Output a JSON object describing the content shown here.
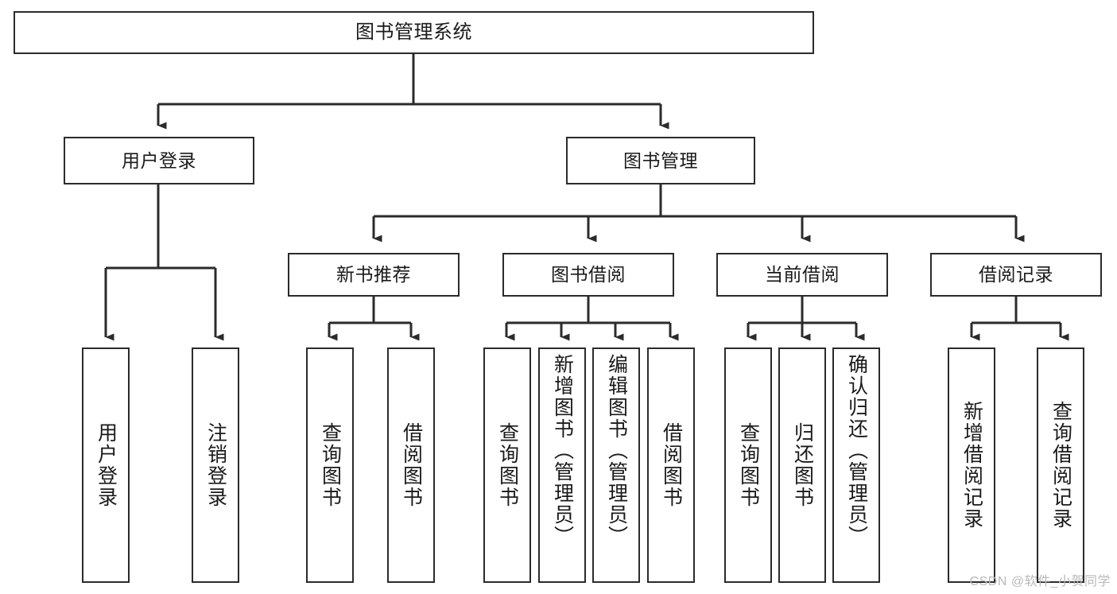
{
  "diagram": {
    "title": "图书管理系统",
    "type": "tree",
    "watermark": "CSDN @软件_小贺同学",
    "colors": {
      "stroke": "#2b2b2b",
      "fill": "#ffffff",
      "text": "#1a1a1a",
      "watermark": "#b9b9b9"
    },
    "nodes": {
      "root": {
        "label": "图书管理系统"
      },
      "level1": [
        {
          "id": "user-login",
          "label": "用户登录"
        },
        {
          "id": "book-manage",
          "label": "图书管理"
        }
      ],
      "level2": [
        {
          "id": "new-book-recommend",
          "label": "新书推荐"
        },
        {
          "id": "book-borrow",
          "label": "图书借阅"
        },
        {
          "id": "current-borrow",
          "label": "当前借阅"
        },
        {
          "id": "borrow-record",
          "label": "借阅记录"
        }
      ],
      "leaves": {
        "user-login": [
          {
            "id": "leaf-user-login",
            "label": "用户登录"
          },
          {
            "id": "leaf-logout",
            "label": "注销登录"
          }
        ],
        "new-book-recommend": [
          {
            "id": "leaf-query-book-1",
            "label": "查询图书"
          },
          {
            "id": "leaf-borrow-book-1",
            "label": "借阅图书"
          }
        ],
        "book-borrow": [
          {
            "id": "leaf-query-book-2",
            "label": "查询图书"
          },
          {
            "id": "leaf-add-book",
            "label": "新增图书（管理员）"
          },
          {
            "id": "leaf-edit-book",
            "label": "编辑图书（管理员）"
          },
          {
            "id": "leaf-borrow-book-2",
            "label": "借阅图书"
          }
        ],
        "current-borrow": [
          {
            "id": "leaf-query-book-3",
            "label": "查询图书"
          },
          {
            "id": "leaf-return-book",
            "label": "归还图书"
          },
          {
            "id": "leaf-confirm-return",
            "label": "确认归还（管理员）"
          }
        ],
        "borrow-record": [
          {
            "id": "leaf-add-record",
            "label": "新增借阅记录"
          },
          {
            "id": "leaf-query-record",
            "label": "查询借阅记录"
          }
        ]
      }
    }
  }
}
